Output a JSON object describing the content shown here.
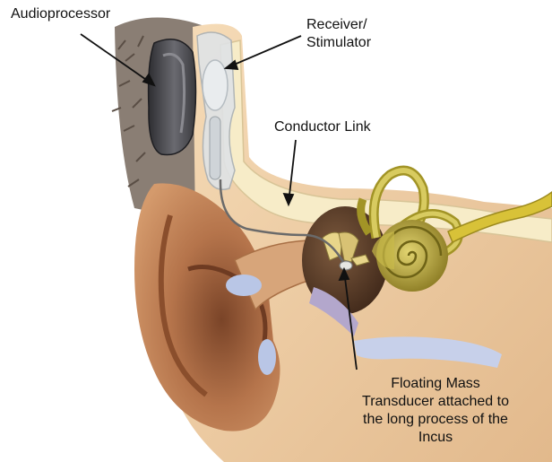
{
  "labels": {
    "audioprocessor": "Audioprocessor",
    "receiver_line1": "Receiver/",
    "receiver_line2": "Stimulator",
    "conductor_link": "Conductor Link",
    "fmt_line1": "Floating Mass",
    "fmt_line2": "Transducer attached to",
    "fmt_line3": "the long process of the",
    "fmt_line4": "Incus"
  },
  "colors": {
    "skin": "#f0d2ad",
    "skin_shadow": "#c89968",
    "ear": "#b5744b",
    "ear_dark": "#6e3b22",
    "hair": "#8c7f74",
    "device": "#4e4e52",
    "implant": "#d9dde0",
    "cochlea": "#b0a038",
    "canal_blue": "#b9c6e6",
    "bone": "#f6ebc4",
    "cavity": "#5a3a2a"
  }
}
